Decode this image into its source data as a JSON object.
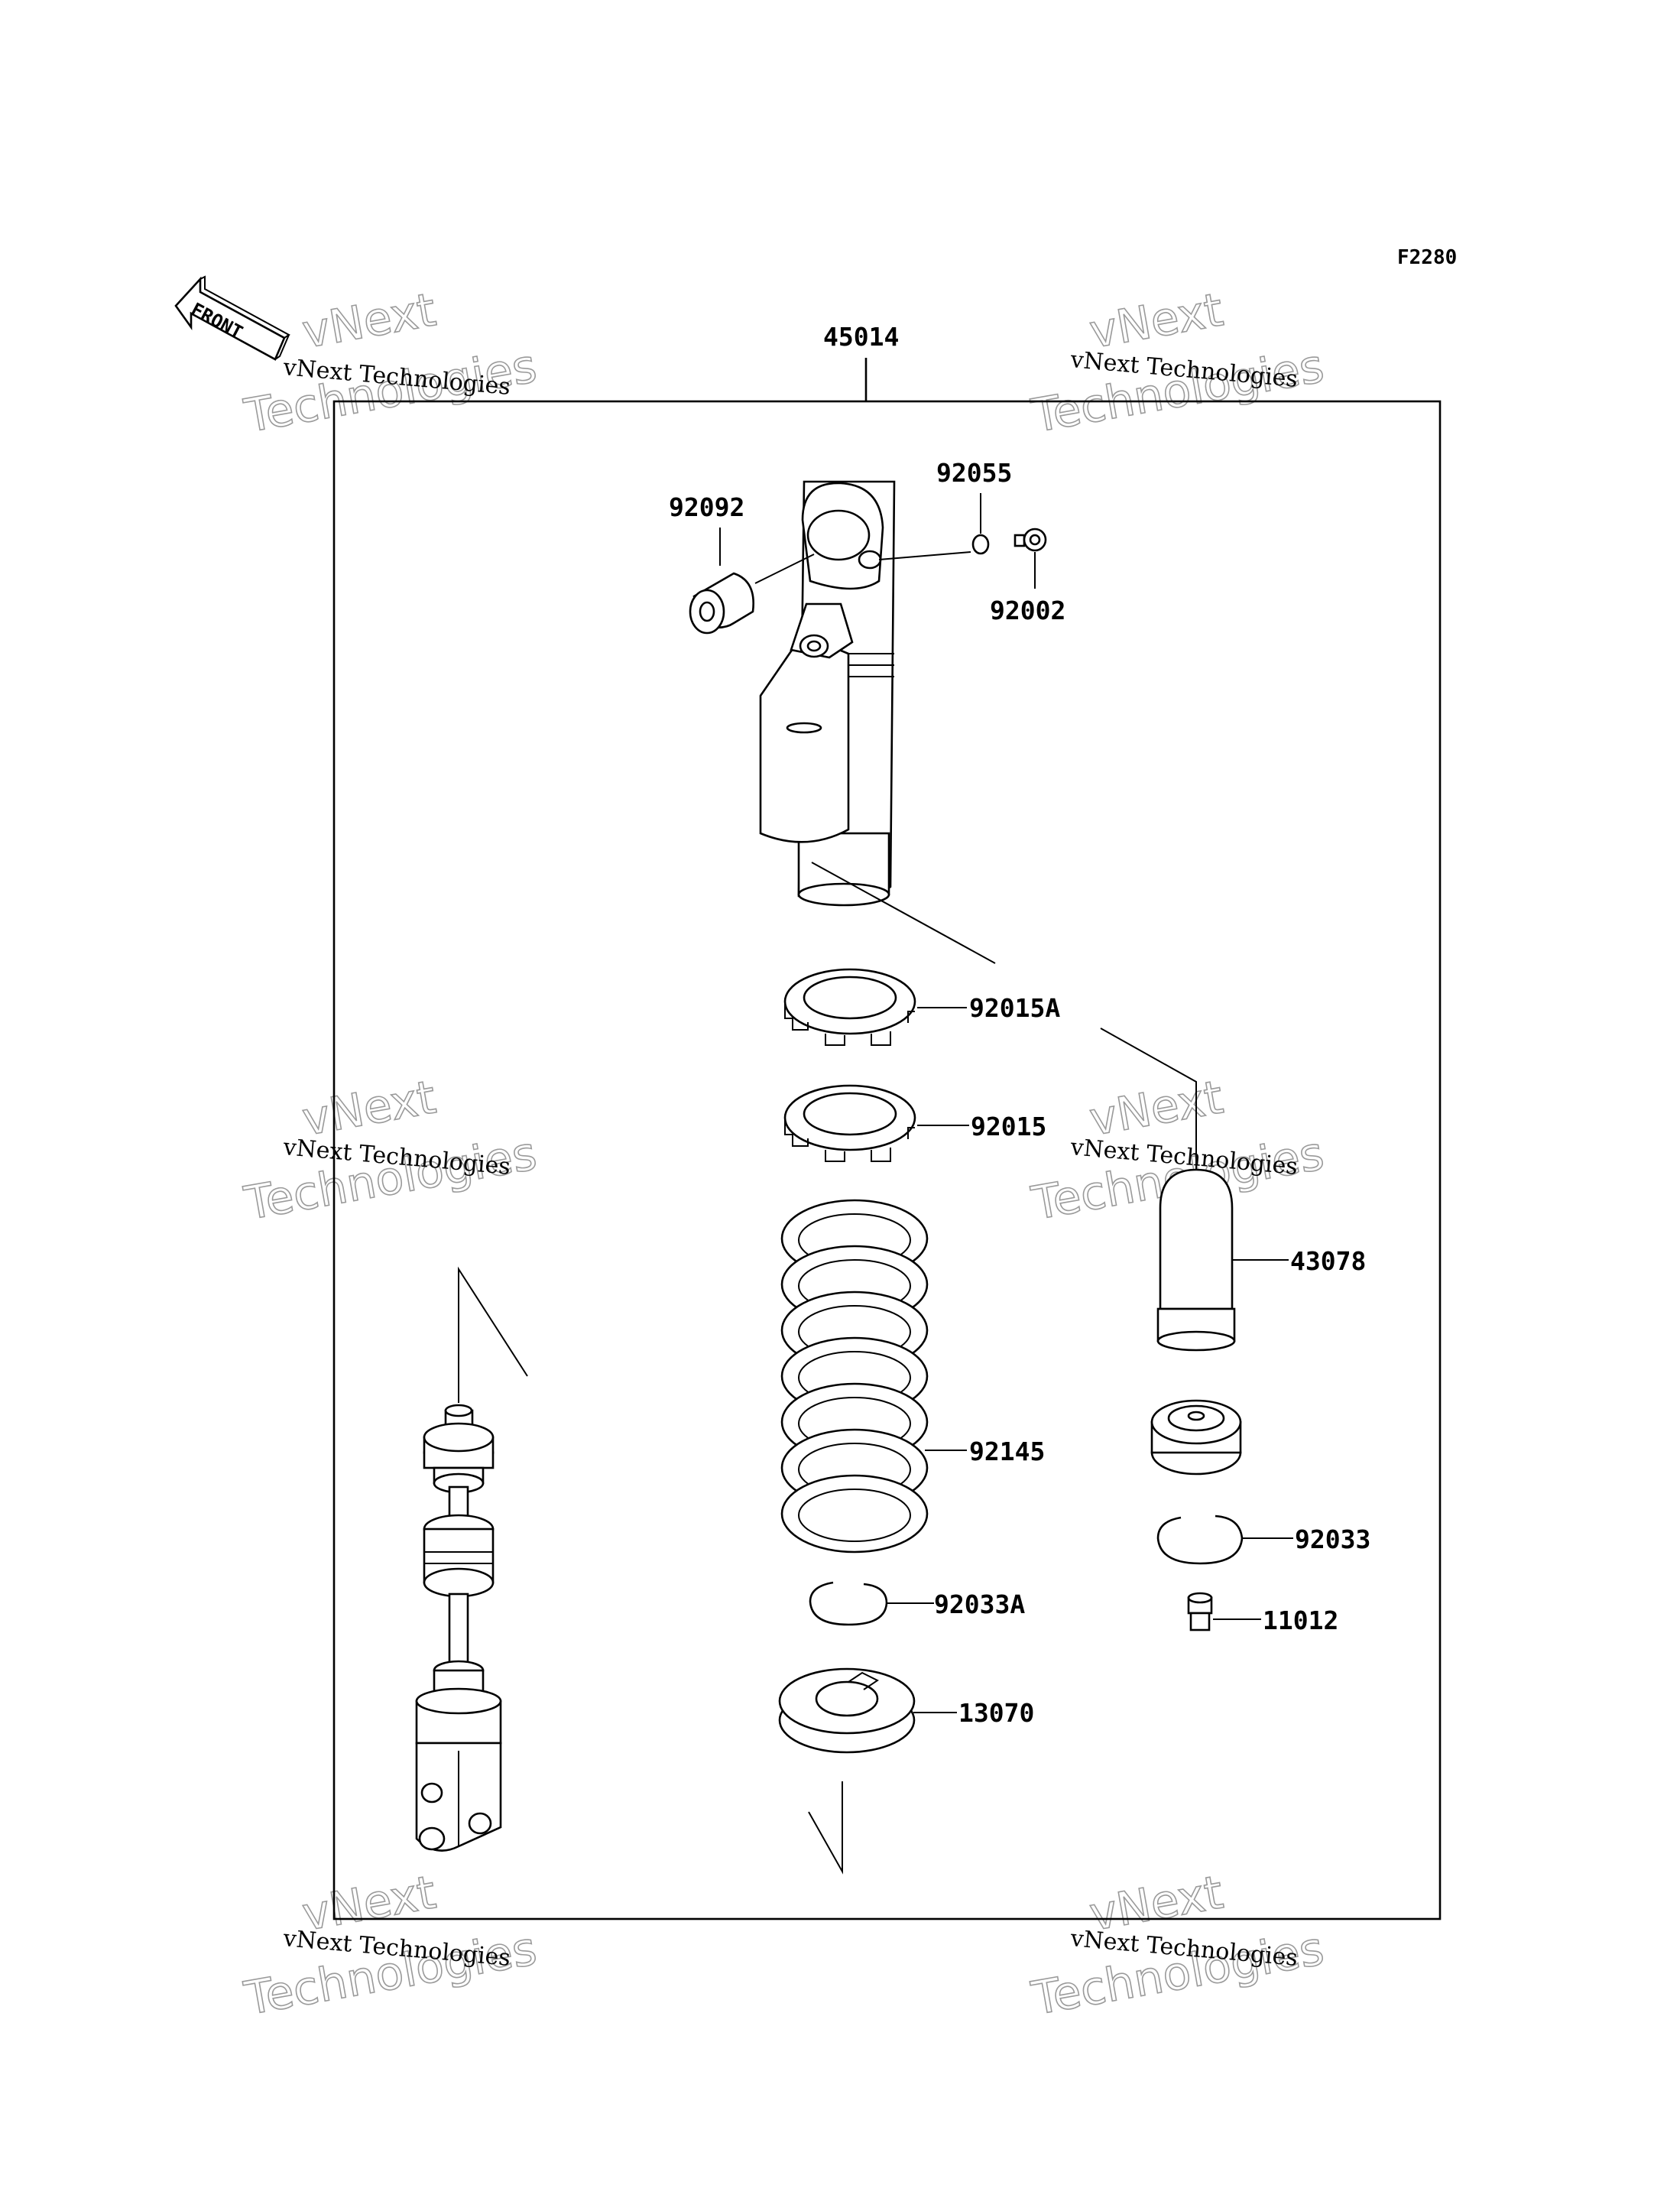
{
  "diagram_code": "F2280",
  "front_marker": "FRONT",
  "assembly_part": "45014",
  "parts": {
    "p92092": "92092",
    "p92055": "92055",
    "p92002": "92002",
    "p92015A": "92015A",
    "p92015": "92015",
    "p43078": "43078",
    "p92145": "92145",
    "p92033": "92033",
    "p92033A": "92033A",
    "p11012": "11012",
    "p13070": "13070"
  },
  "watermark": {
    "line_small": "vNext Technologies",
    "line_big_1": "vNext",
    "line_big_2": "Technologies"
  }
}
